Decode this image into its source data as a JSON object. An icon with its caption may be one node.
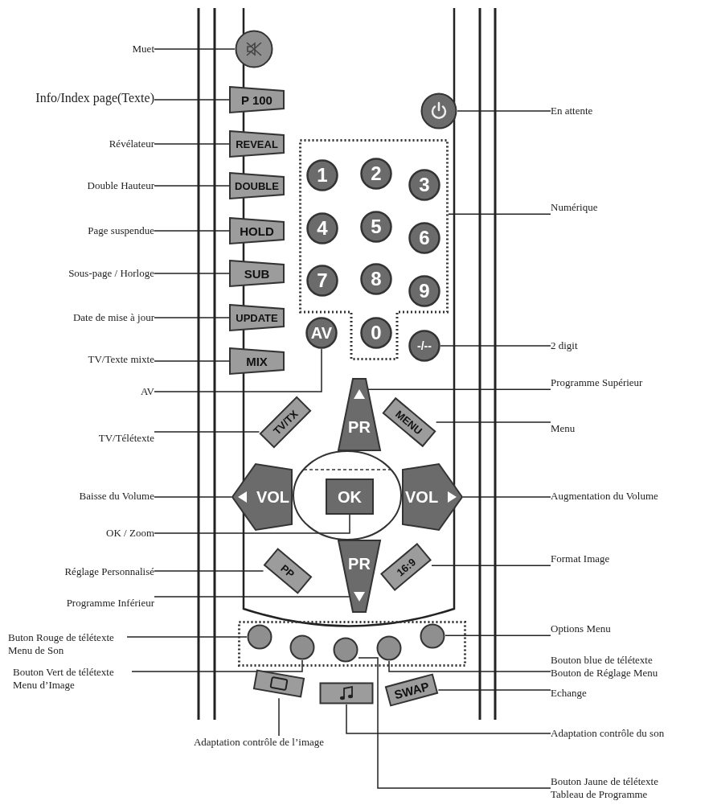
{
  "diagram": {
    "nodes": [
      {
        "text": [
          "Muet"
        ]
      },
      {
        "text": [
          "Info/Index page(Texte)"
        ]
      },
      {
        "text": [
          "Révélateur"
        ]
      },
      {
        "text": [
          "Double Hauteur"
        ]
      },
      {
        "text": [
          "Page suspendue"
        ]
      },
      {
        "text": [
          "Sous-page / Horloge"
        ]
      },
      {
        "text": [
          "Date de mise à jour"
        ]
      },
      {
        "text": [
          "TV/Texte mixte"
        ]
      },
      {
        "text": [
          "AV"
        ]
      },
      {
        "text": [
          "TV/Télétexte"
        ]
      },
      {
        "text": [
          "Baisse du Volume"
        ]
      },
      {
        "text": [
          "OK / Zoom"
        ]
      },
      {
        "text": [
          "Réglage Personnalisé"
        ]
      },
      {
        "text": [
          "Programme Inférieur"
        ]
      },
      {
        "text": [
          "Buton Rouge de télétexte Menu de Son"
        ]
      },
      {
        "text": [
          "Bouton Vert de télétexte Menu d’Image"
        ]
      },
      {
        "text": [
          "En attente"
        ]
      },
      {
        "text": [
          "Numérique"
        ]
      },
      {
        "text": [
          "2 digit"
        ]
      },
      {
        "text": [
          "Programme Supérieur"
        ]
      },
      {
        "text": [
          "Menu"
        ]
      },
      {
        "text": [
          "Augmentation du Volume"
        ]
      },
      {
        "text": [
          "Format Image"
        ]
      },
      {
        "text": [
          "Options Menu"
        ]
      },
      {
        "text": [
          "Bouton blue de télétexte Bouton de Réglage Menu"
        ]
      },
      {
        "text": [
          "Echange"
        ]
      },
      {
        "text": [
          "Adaptation contrôle du son"
        ]
      },
      {
        "text": [
          "Bouton Jaune de télétexte Tableau de Programme"
        ]
      },
      {
        "text": [
          "Adaptation contrôle de l’image"
        ]
      },
      {
        "text": [],
        "shape": "circle"
      },
      {
        "text": [
          "P 100"
        ]
      },
      {
        "text": [
          "REVEAL"
        ]
      },
      {
        "text": [
          "DOUBLE"
        ]
      },
      {
        "text": [
          "HOLD"
        ]
      },
      {
        "text": [
          "SUB"
        ]
      },
      {
        "text": [
          "UPDATE"
        ]
      },
      {
        "text": [
          "MIX"
        ]
      },
      {
        "text": [],
        "shape": "circle"
      },
      {
        "text": [],
        "shape": "box"
      },
      {
        "text": [
          "1"
        ],
        "in": 38
      },
      {
        "text": [
          "2"
        ],
        "in": 38
      },
      {
        "text": [
          "3"
        ],
        "in": 38
      },
      {
        "text": [
          "4"
        ],
        "in": 38
      },
      {
        "text": [
          "5"
        ],
        "in": 38
      },
      {
        "text": [
          "6"
        ],
        "in": 38
      },
      {
        "text": [
          "7"
        ],
        "in": 38
      },
      {
        "text": [
          "8"
        ],
        "in": 38
      },
      {
        "text": [
          "9"
        ],
        "in": 38
      },
      {
        "text": [
          "0"
        ],
        "in": 38
      },
      {
        "text": [
          "AV"
        ]
      },
      {
        "text": [
          "-/--"
        ]
      },
      {
        "text": [
          "PR"
        ]
      },
      {
        "text": [
          "TV/TX"
        ]
      },
      {
        "text": [
          "MENU"
        ]
      },
      {
        "text": [],
        "shape": "oval"
      },
      {
        "text": [
          "OK"
        ],
        "in": 54
      },
      {
        "text": [
          "VOL"
        ]
      },
      {
        "text": [
          "VOL"
        ]
      },
      {
        "text": [
          "PP"
        ]
      },
      {
        "text": [
          "16:9"
        ]
      },
      {
        "text": [
          "PR"
        ]
      },
      {
        "text": [],
        "shape": "box"
      },
      {
        "text": [],
        "shape": "circle",
        "in": 61
      },
      {
        "text": [],
        "shape": "circle",
        "in": 61
      },
      {
        "text": [],
        "shape": "circle",
        "in": 61
      },
      {
        "text": [],
        "shape": "circle",
        "in": 61
      },
      {
        "text": [],
        "shape": "circle",
        "in": 61
      },
      {
        "text": [],
        "shape": "box"
      },
      {
        "text": [],
        "shape": "box"
      },
      {
        "text": [
          "SWAP"
        ]
      }
    ],
    "edges": [
      {
        "from": 0,
        "to": 29,
        "arrow": "none"
      },
      {
        "from": 1,
        "to": 30,
        "arrow": "none"
      },
      {
        "from": 2,
        "to": 31,
        "arrow": "none"
      },
      {
        "from": 3,
        "to": 32,
        "arrow": "none"
      },
      {
        "from": 4,
        "to": 33,
        "arrow": "none"
      },
      {
        "from": 5,
        "to": 34,
        "arrow": "none"
      },
      {
        "from": 6,
        "to": 35,
        "arrow": "none"
      },
      {
        "from": 7,
        "to": 36,
        "arrow": "none"
      },
      {
        "from": 8,
        "to": 49,
        "arrow": "none"
      },
      {
        "from": 9,
        "to": 52,
        "arrow": "none"
      },
      {
        "from": 10,
        "to": 56,
        "arrow": "none"
      },
      {
        "from": 11,
        "to": 55,
        "arrow": "none"
      },
      {
        "from": 12,
        "to": 58,
        "arrow": "none"
      },
      {
        "from": 13,
        "to": 60,
        "arrow": "none"
      },
      {
        "from": 14,
        "to": 62,
        "arrow": "none"
      },
      {
        "from": 15,
        "to": 63,
        "arrow": "none"
      },
      {
        "from": 16,
        "to": 37,
        "arrow": "none"
      },
      {
        "from": 17,
        "to": 38,
        "arrow": "none"
      },
      {
        "from": 18,
        "to": 50,
        "arrow": "none"
      },
      {
        "from": 19,
        "to": 51,
        "arrow": "none"
      },
      {
        "from": 20,
        "to": 53,
        "arrow": "none"
      },
      {
        "from": 21,
        "to": 57,
        "arrow": "none"
      },
      {
        "from": 22,
        "to": 59,
        "arrow": "none"
      },
      {
        "from": 23,
        "to": 66,
        "arrow": "none"
      },
      {
        "from": 24,
        "to": 65,
        "arrow": "none"
      },
      {
        "from": 25,
        "to": 69,
        "arrow": "none"
      },
      {
        "from": 26,
        "to": 68,
        "arrow": "none"
      },
      {
        "from": 27,
        "to": 64,
        "arrow": "none"
      },
      {
        "from": 28,
        "to": 67,
        "arrow": "none"
      }
    ]
  }
}
